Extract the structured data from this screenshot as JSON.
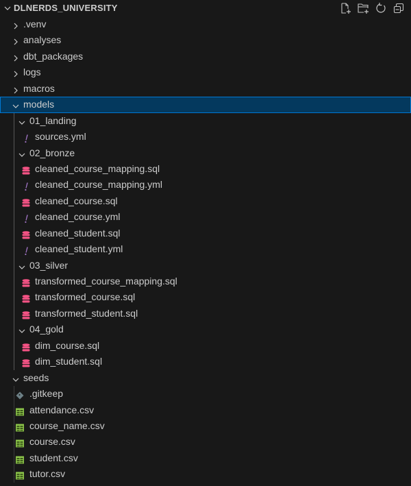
{
  "explorer": {
    "root_title": "DLNERDS_UNIVERSITY",
    "actions": [
      {
        "name": "new-file-icon",
        "label": "New File"
      },
      {
        "name": "new-folder-icon",
        "label": "New Folder"
      },
      {
        "name": "refresh-icon",
        "label": "Refresh Explorer"
      },
      {
        "name": "collapse-all-icon",
        "label": "Collapse Folders"
      }
    ],
    "colors": {
      "sql": "#f55385",
      "yml": "#a074c4",
      "csv": "#8bc34a",
      "git": "#6d8086",
      "selection": "#04395e",
      "focus_border": "#0078d4"
    },
    "items": [
      {
        "label": ".venv",
        "type": "folder",
        "expanded": false,
        "depth": 0
      },
      {
        "label": "analyses",
        "type": "folder",
        "expanded": false,
        "depth": 0
      },
      {
        "label": "dbt_packages",
        "type": "folder",
        "expanded": false,
        "depth": 0
      },
      {
        "label": "logs",
        "type": "folder",
        "expanded": false,
        "depth": 0
      },
      {
        "label": "macros",
        "type": "folder",
        "expanded": false,
        "depth": 0
      },
      {
        "label": "models",
        "type": "folder",
        "expanded": true,
        "depth": 0,
        "selected": true
      },
      {
        "label": "01_landing",
        "type": "folder",
        "expanded": true,
        "depth": 1
      },
      {
        "label": "sources.yml",
        "type": "yml",
        "depth": 2
      },
      {
        "label": "02_bronze",
        "type": "folder",
        "expanded": true,
        "depth": 1
      },
      {
        "label": "cleaned_course_mapping.sql",
        "type": "sql",
        "depth": 2
      },
      {
        "label": "cleaned_course_mapping.yml",
        "type": "yml",
        "depth": 2
      },
      {
        "label": "cleaned_course.sql",
        "type": "sql",
        "depth": 2
      },
      {
        "label": "cleaned_course.yml",
        "type": "yml",
        "depth": 2
      },
      {
        "label": "cleaned_student.sql",
        "type": "sql",
        "depth": 2
      },
      {
        "label": "cleaned_student.yml",
        "type": "yml",
        "depth": 2
      },
      {
        "label": "03_silver",
        "type": "folder",
        "expanded": true,
        "depth": 1
      },
      {
        "label": "transformed_course_mapping.sql",
        "type": "sql",
        "depth": 2
      },
      {
        "label": "transformed_course.sql",
        "type": "sql",
        "depth": 2
      },
      {
        "label": "transformed_student.sql",
        "type": "sql",
        "depth": 2
      },
      {
        "label": "04_gold",
        "type": "folder",
        "expanded": true,
        "depth": 1
      },
      {
        "label": "dim_course.sql",
        "type": "sql",
        "depth": 2
      },
      {
        "label": "dim_student.sql",
        "type": "sql",
        "depth": 2
      },
      {
        "label": "seeds",
        "type": "folder",
        "expanded": true,
        "depth": 0
      },
      {
        "label": ".gitkeep",
        "type": "git",
        "depth": 1
      },
      {
        "label": "attendance.csv",
        "type": "csv",
        "depth": 1
      },
      {
        "label": "course_name.csv",
        "type": "csv",
        "depth": 1
      },
      {
        "label": "course.csv",
        "type": "csv",
        "depth": 1
      },
      {
        "label": "student.csv",
        "type": "csv",
        "depth": 1
      },
      {
        "label": "tutor.csv",
        "type": "csv",
        "depth": 1
      }
    ]
  }
}
